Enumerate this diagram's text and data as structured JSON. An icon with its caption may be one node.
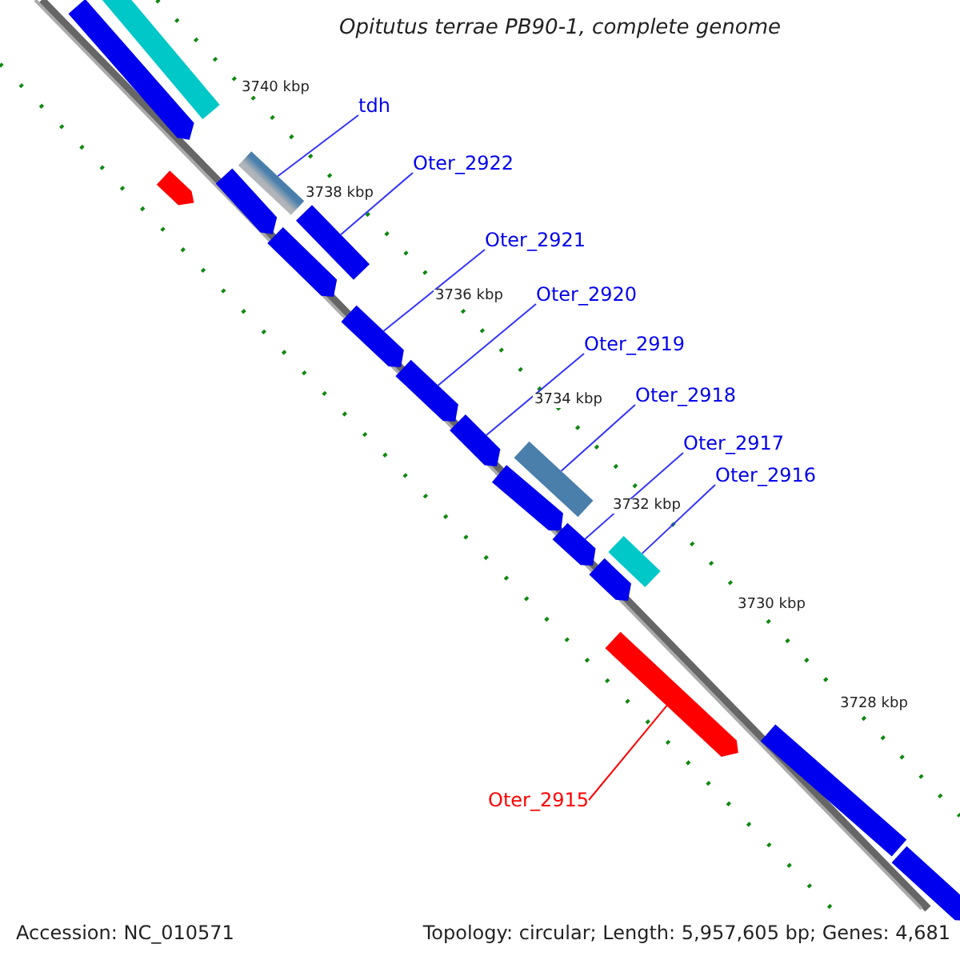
{
  "diagram": {
    "title": "Opitutus terrae PB90-1, complete genome",
    "nodes": [
      {
        "text": [
          "tdh"
        ]
      },
      {
        "text": [
          "Oter_2922"
        ]
      },
      {
        "text": [
          "Oter_2921"
        ]
      },
      {
        "text": [
          "Oter_2920"
        ]
      },
      {
        "text": [
          "Oter_2919"
        ]
      },
      {
        "text": [
          "Oter_2918"
        ]
      },
      {
        "text": [
          "Oter_2917"
        ]
      },
      {
        "text": [
          "Oter_2916"
        ]
      },
      {
        "text": [
          "Oter_2915"
        ]
      },
      {
        "text": [],
        "shape": "box"
      },
      {
        "text": [],
        "shape": "box"
      },
      {
        "text": [],
        "shape": "bar"
      },
      {
        "text": [],
        "shape": "bar"
      },
      {
        "text": [],
        "shape": "bar"
      },
      {
        "text": [],
        "shape": "box"
      },
      {
        "text": [],
        "shape": "bar"
      },
      {
        "text": [],
        "shape": "box"
      },
      {
        "text": [],
        "shape": "bar"
      },
      {
        "text": [],
        "shape": "box"
      },
      {
        "text": [],
        "shape": "bar"
      },
      {
        "text": [],
        "shape": "bar"
      },
      {
        "text": [],
        "shape": "bar"
      },
      {
        "text": [],
        "shape": "bar"
      },
      {
        "text": [],
        "shape": "bar"
      },
      {
        "text": [],
        "shape": "bar"
      },
      {
        "text": [],
        "shape": "box"
      },
      {
        "text": [],
        "shape": "bar"
      }
    ],
    "edges": [
      {
        "from": 0,
        "to": 9,
        "arrow": "none"
      },
      {
        "from": 1,
        "to": 10,
        "arrow": "none"
      },
      {
        "from": 2,
        "to": 11,
        "arrow": "none"
      },
      {
        "from": 3,
        "to": 12,
        "arrow": "none"
      },
      {
        "from": 4,
        "to": 13,
        "arrow": "none"
      },
      {
        "from": 5,
        "to": 14,
        "arrow": "none"
      },
      {
        "from": 6,
        "to": 15,
        "arrow": "none"
      },
      {
        "from": 7,
        "to": 16,
        "arrow": "none"
      },
      {
        "from": 8,
        "to": 17,
        "arrow": "none",
        "color": "#ff0000"
      }
    ],
    "labels": [
      "3740 kbp",
      "3738 kbp",
      "3736 kbp",
      "3734 kbp",
      "3732 kbp",
      "3730 kbp",
      "3728 kbp",
      "Accession: NC_010571",
      "Topology: circular; Length: 5,957,605 bp; Genes: 4,681"
    ]
  }
}
